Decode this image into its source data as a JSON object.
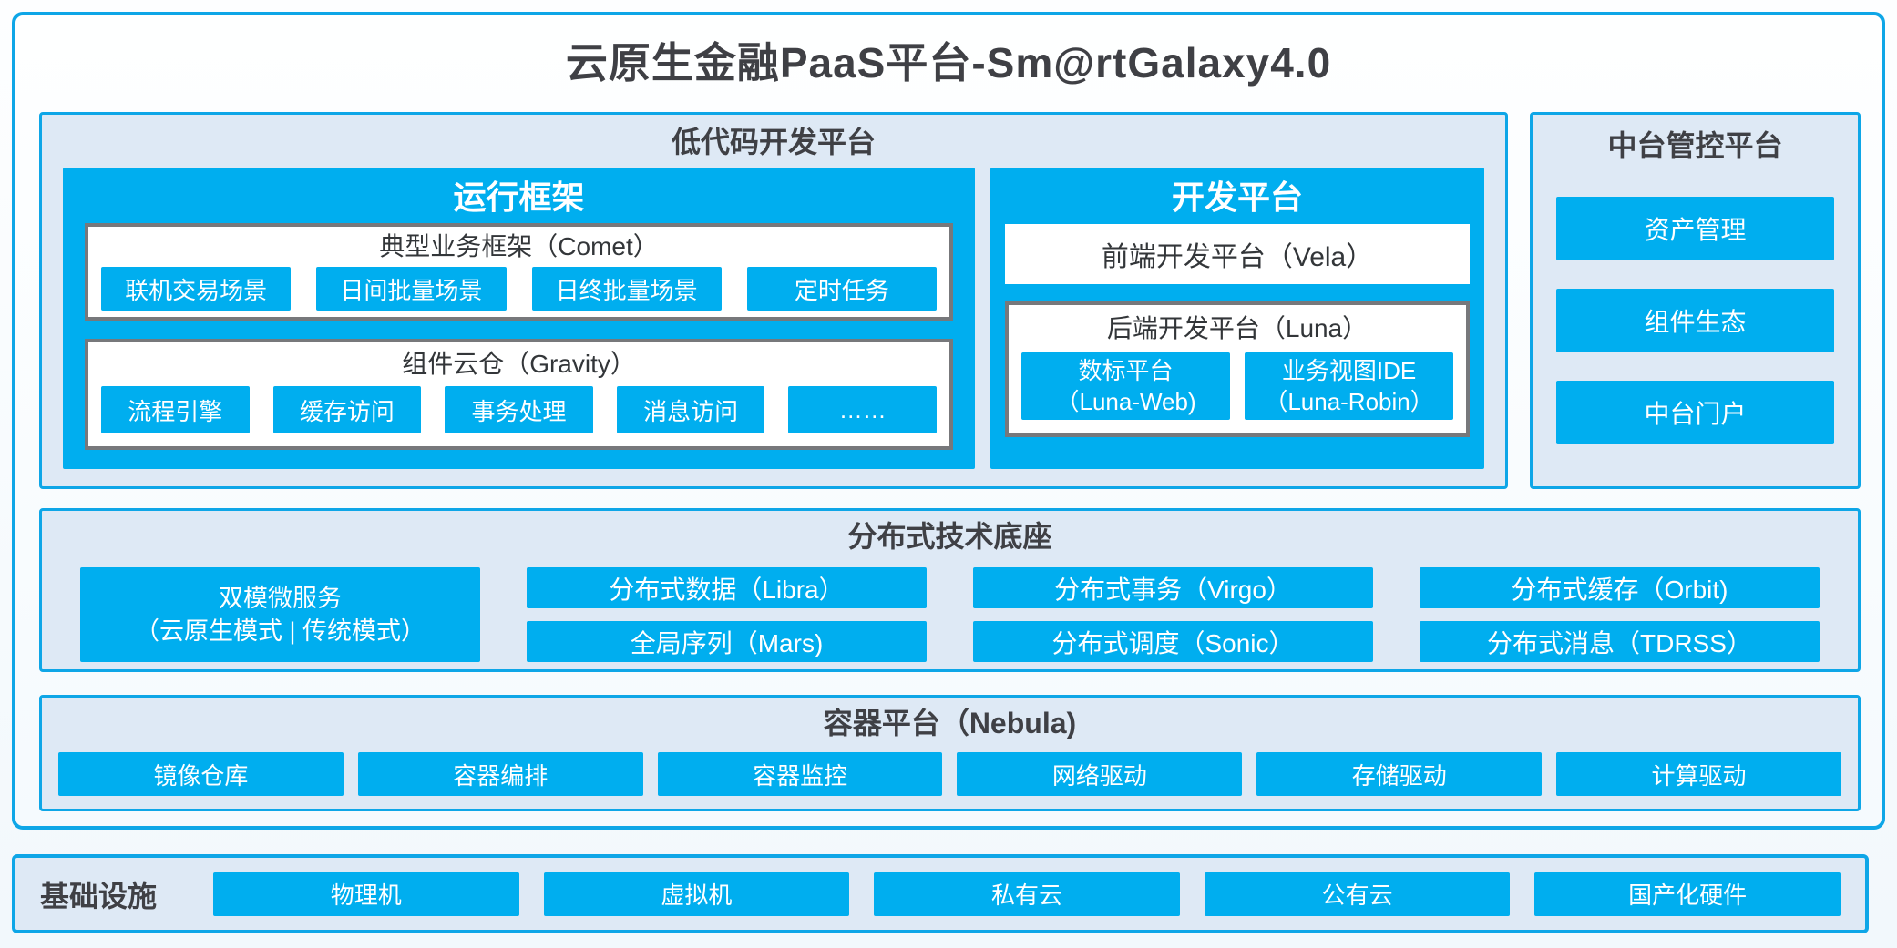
{
  "page": {
    "title": "云原生金融PaaS平台-Sm@rtGalaxy4.0"
  },
  "colors": {
    "accent_blue": "#00AEEF",
    "panel_fill": "#DEE9F5",
    "border_blue": "#0EA6E7",
    "gray_border": "#77787B",
    "dark_text": "#3F4045"
  },
  "low_code": {
    "title": "低代码开发平台",
    "runtime": {
      "title": "运行框架",
      "comet": {
        "title": "典型业务框架（Comet）",
        "items": [
          "联机交易场景",
          "日间批量场景",
          "日终批量场景",
          "定时任务"
        ]
      },
      "gravity": {
        "title": "组件云仓（Gravity）",
        "items": [
          "流程引擎",
          "缓存访问",
          "事务处理",
          "消息访问",
          "……"
        ]
      }
    },
    "dev": {
      "title": "开发平台",
      "vela_label": "前端开发平台（Vela）",
      "luna": {
        "title": "后端开发平台（Luna）",
        "items": [
          {
            "line1": "数标平台",
            "line2": "（Luna-Web)"
          },
          {
            "line1": "业务视图IDE",
            "line2": "（Luna-Robin）"
          }
        ]
      }
    }
  },
  "mid_platform": {
    "title": "中台管控平台",
    "items": [
      "资产管理",
      "组件生态",
      "中台门户"
    ]
  },
  "distributed": {
    "title": "分布式技术底座",
    "dual_mode": {
      "line1": "双模微服务",
      "line2": "（云原生模式 | 传统模式）"
    },
    "columns": [
      [
        "分布式数据（Libra）",
        "全局序列（Mars)"
      ],
      [
        "分布式事务（Virgo）",
        "分布式调度（Sonic）"
      ],
      [
        "分布式缓存（Orbit)",
        "分布式消息（TDRSS）"
      ]
    ]
  },
  "container_platform": {
    "title": "容器平台（Nebula)",
    "items": [
      "镜像仓库",
      "容器编排",
      "容器监控",
      "网络驱动",
      "存储驱动",
      "计算驱动"
    ]
  },
  "infrastructure": {
    "title": "基础设施",
    "items": [
      "物理机",
      "虚拟机",
      "私有云",
      "公有云",
      "国产化硬件"
    ]
  }
}
